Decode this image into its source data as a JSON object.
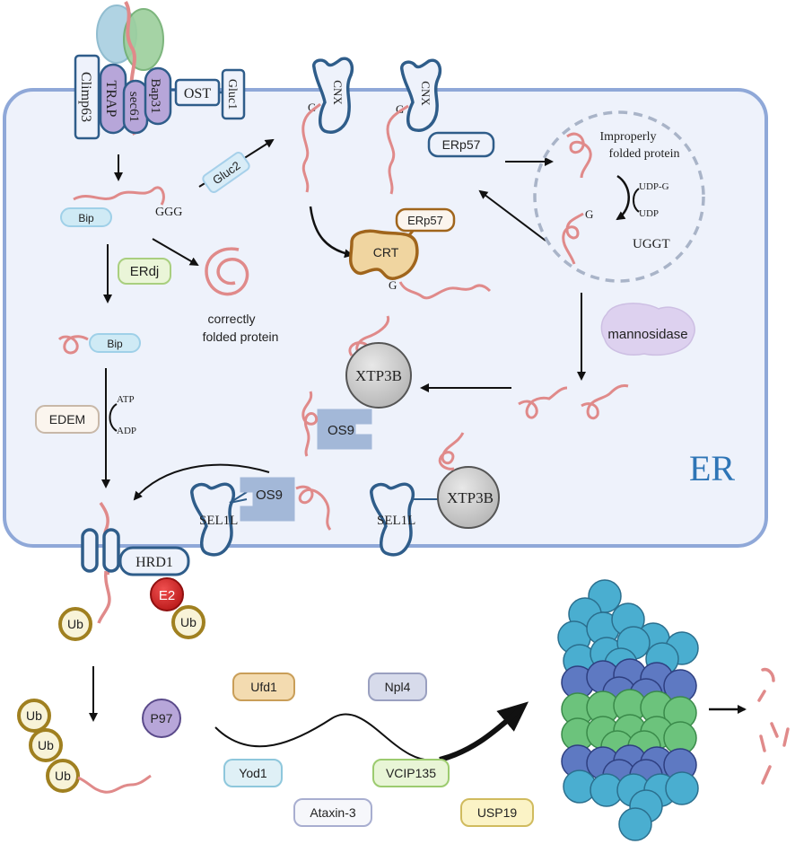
{
  "compartment": {
    "label": "ER"
  },
  "translocon": {
    "climp63": "Climp63",
    "trap": "TRAP",
    "sec61": "sec61",
    "bap31": "Bap31",
    "ost": "OST",
    "gluc1": "Gluc1"
  },
  "folding": {
    "bip_top": "Bip",
    "ggg": "GGG",
    "gluc2": "Gluc2",
    "erdj": "ERdj",
    "correctly_folded": [
      "correctly",
      "folded protein"
    ],
    "bip_mid": "Bip",
    "cnx_1": "CNX",
    "cnx_2": "CNX",
    "g_cnx1": "G",
    "g_cnx2": "G",
    "erp57_cnx": "ERp57",
    "erp57_crt": "ERp57",
    "crt": "CRT",
    "g_crt": "G",
    "improperly": [
      "Improperly",
      "folded protein"
    ],
    "udpg": "UDP-G",
    "udp": "UDP",
    "g_uggt": "G",
    "uggt": "UGGT",
    "mannosidase": "mannosidase"
  },
  "erad": {
    "edem": "EDEM",
    "atp": "ATP",
    "adp": "ADP",
    "xtp3b_1": "XTP3B",
    "xtp3b_2": "XTP3B",
    "os9_1": "OS9",
    "os9_2": "OS9",
    "sel1l_1": "SEL1L",
    "sel1l_2": "SEL1L",
    "hrd1": "HRD1",
    "e2": "E2",
    "ub_1": "Ub",
    "ub_2": "Ub"
  },
  "cytosol": {
    "ub_chain": [
      "Ub",
      "Ub",
      "Ub"
    ],
    "p97": "P97",
    "ufd1": "Ufd1",
    "npl4": "Npl4",
    "yod1": "Yod1",
    "vcip135": "VCIP135",
    "ataxin3": "Ataxin-3",
    "usp19": "USP19"
  },
  "colors": {
    "er_fill": "#eef2fb",
    "er_stroke": "#8fa8d8",
    "protein": "#e08a8a",
    "dark_blue": "#2f5d8a",
    "proteasome_cyan": "#4aaed0",
    "proteasome_blue": "#5e79c2",
    "proteasome_green": "#6cc37c"
  }
}
